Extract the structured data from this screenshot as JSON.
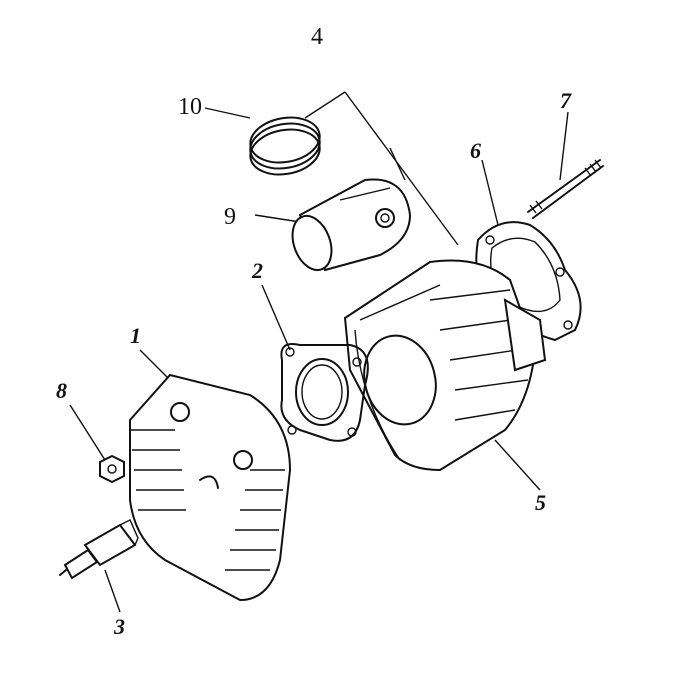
{
  "diagram": {
    "labels": {
      "cylinder_head": "1",
      "cylinder_gasket": "2",
      "spark_plug": "3",
      "piston_assembly": "4",
      "cylinder": "5",
      "base_gasket": "6",
      "stud_bolt": "7",
      "nut": "8",
      "piston": "9",
      "piston_rings": "10"
    },
    "colors": {
      "ink": "#111111",
      "background": "#ffffff"
    }
  }
}
